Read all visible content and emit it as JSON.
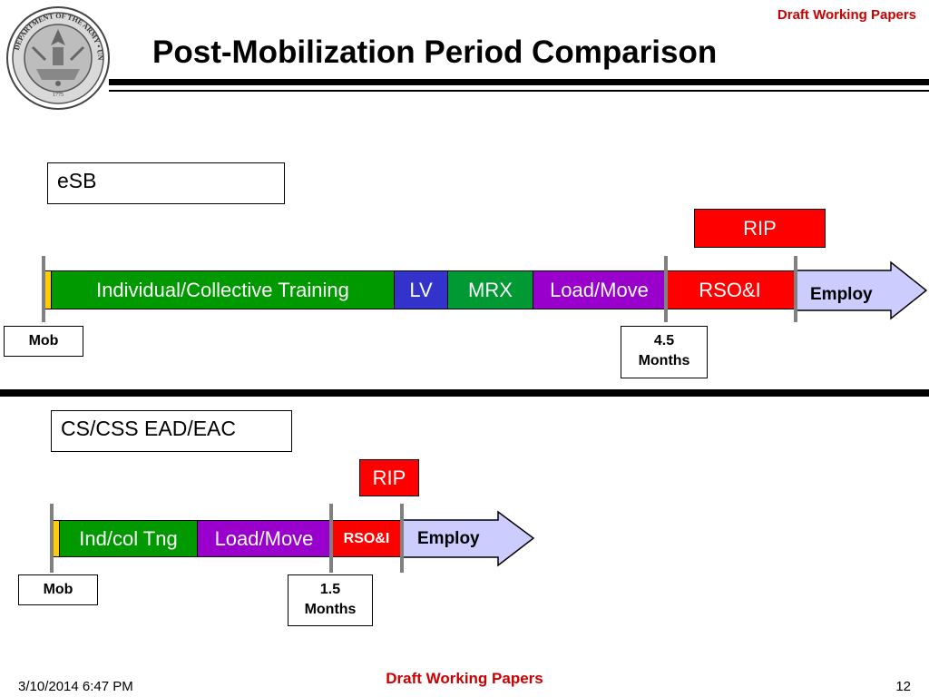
{
  "header": {
    "draft_label": "Draft Working Papers",
    "title": "Post-Mobilization Period Comparison",
    "seal_text": "DEPARTMENT OF THE ARMY • UNITED STATES OF AMERICA",
    "seal_year": "1775"
  },
  "esb": {
    "label": "eSB",
    "rip": "RIP",
    "segments": {
      "training": "Individual/Collective Training",
      "lv": "LV",
      "mrx": "MRX",
      "load_move": "Load/Move",
      "rsoi": "RSO&I"
    },
    "employ": "Employ",
    "mob": "Mob",
    "milestone": "4.5 Months"
  },
  "cs": {
    "label": "CS/CSS EAD/EAC",
    "rip": "RIP",
    "segments": {
      "training": "Ind/col Tng",
      "load_move": "Load/Move",
      "rsoi": "RSO&I"
    },
    "employ": "Employ",
    "mob": "Mob",
    "milestone": "1.5 Months"
  },
  "footer": {
    "date": "3/10/2014 6:47 PM",
    "draft_label": "Draft Working Papers",
    "page": "12"
  },
  "colors": {
    "training_green": "#009900",
    "lv_blue": "#3333cc",
    "mrx_green": "#009933",
    "load_move_purple": "#9900cc",
    "rsoi_red": "#ff0000",
    "mob_yellow": "#ffcc00",
    "employ_fill": "#ccccff",
    "draft_red": "#cc0000"
  }
}
